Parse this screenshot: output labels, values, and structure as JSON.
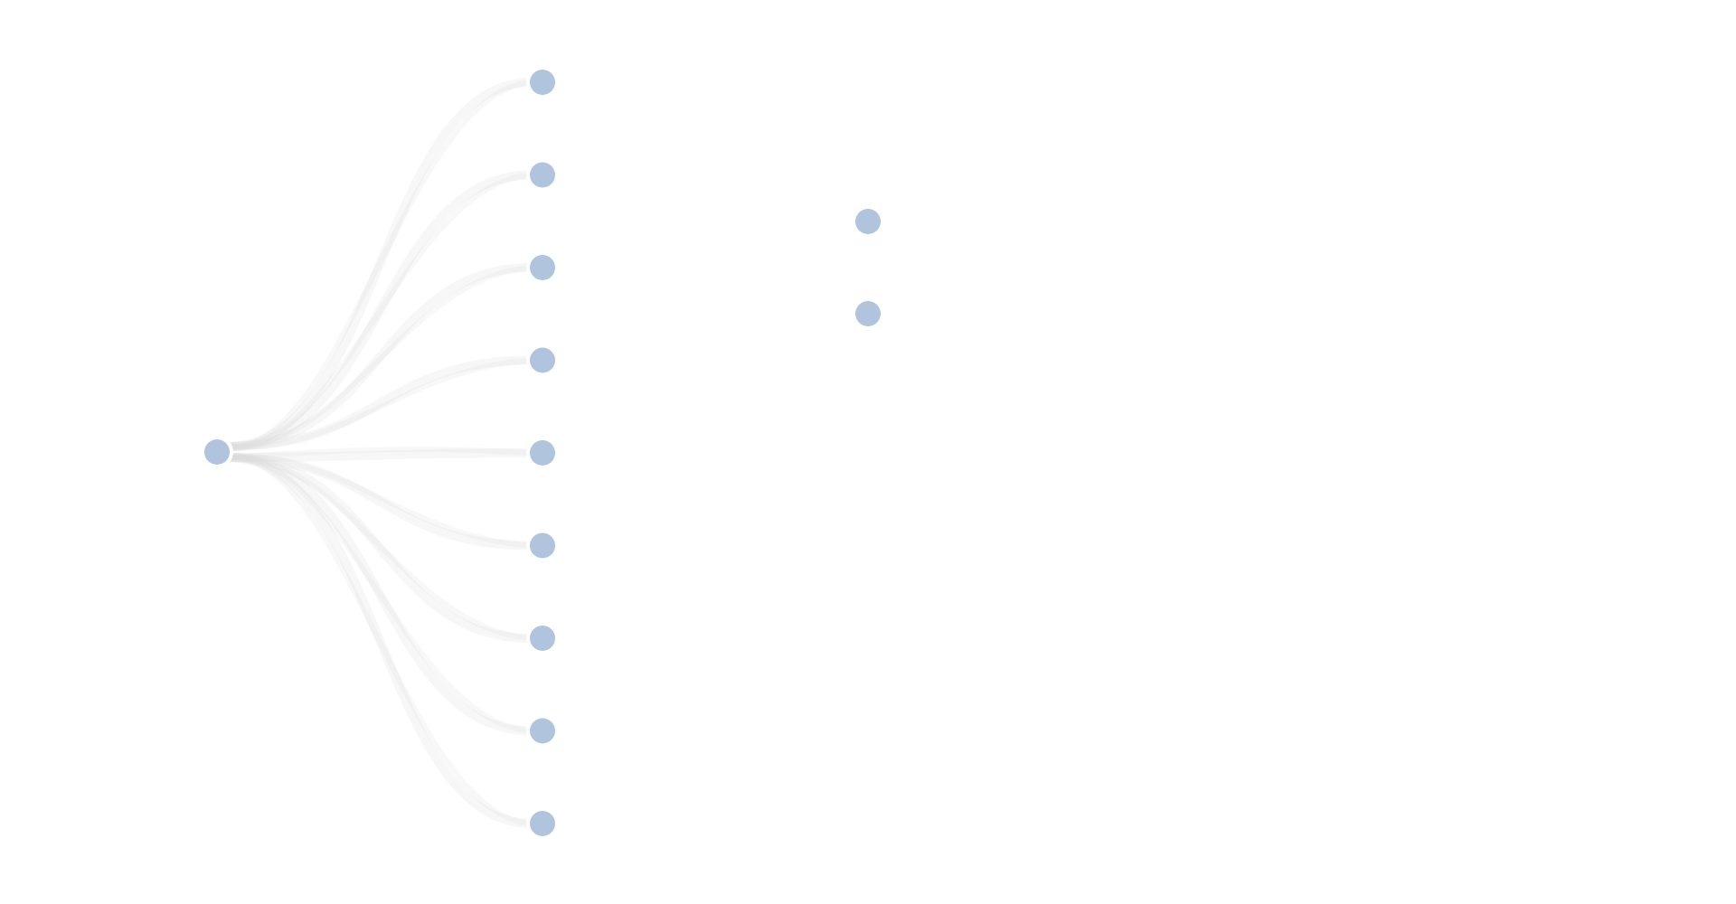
{
  "colors": {
    "background": "#ffffff",
    "node": "#b0c4de",
    "link": "#d9d9d9"
  },
  "diagram": {
    "type": "tree",
    "root": {
      "id": "root"
    },
    "level1": [
      {
        "id": "n1"
      },
      {
        "id": "n2"
      },
      {
        "id": "n3"
      },
      {
        "id": "n4"
      },
      {
        "id": "n5"
      },
      {
        "id": "n6"
      },
      {
        "id": "n7"
      },
      {
        "id": "n8"
      },
      {
        "id": "n9"
      }
    ],
    "orphans": [
      {
        "id": "o1"
      },
      {
        "id": "o2"
      }
    ]
  }
}
